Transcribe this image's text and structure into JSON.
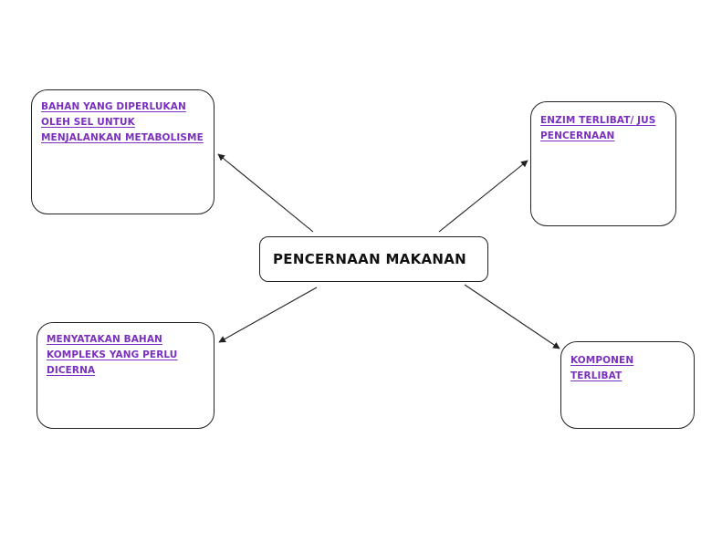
{
  "center": {
    "title": "Pencernaan Makanan"
  },
  "nodes": {
    "top_left": {
      "text": "Bahan yang diperlukan oleh sel untuk menjalankan metabolisme"
    },
    "top_right": {
      "text": "Enzim terlibat/ jus pencernaan"
    },
    "bottom_left": {
      "text": "Menyatakan bahan kompleks yang perlu dicerna"
    },
    "bottom_right": {
      "text": "Komponen terlibat"
    }
  },
  "colors": {
    "accent": "#7b2fbe",
    "line": "#222222"
  }
}
